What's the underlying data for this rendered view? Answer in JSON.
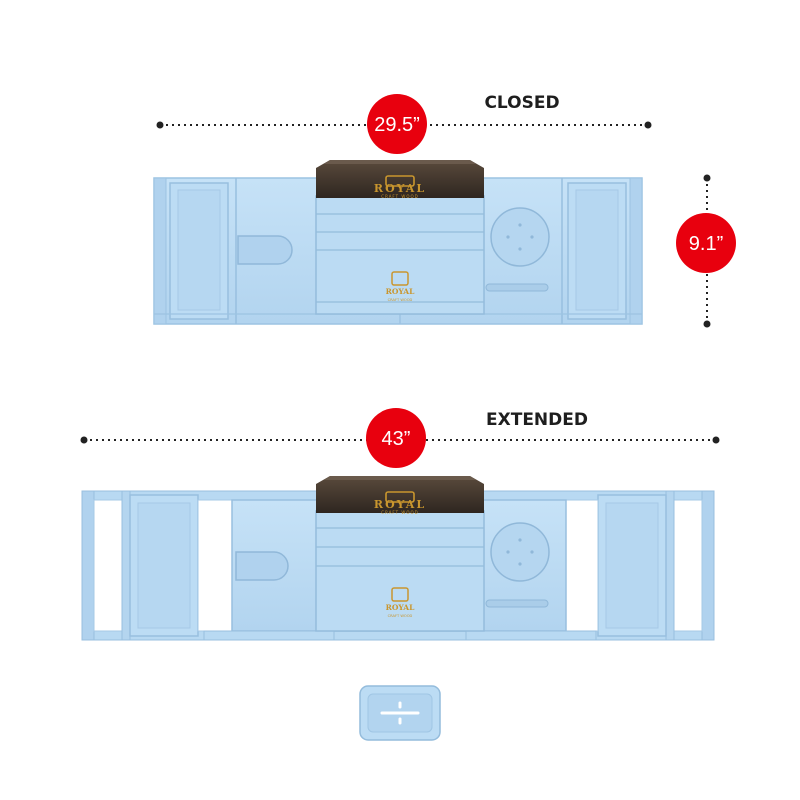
{
  "closed": {
    "label": "CLOSED",
    "width_badge": "29.5”",
    "height_badge": "9.1”"
  },
  "extended": {
    "label": "EXTENDED",
    "width_badge": "43”"
  },
  "brand": {
    "name": "ROYAL",
    "tagline": "CRAFT WOOD"
  },
  "colors": {
    "tray": "#bcdcf4",
    "tray_edge": "#8fb8d8",
    "badge": "#e8000e",
    "lid": "#3a3028",
    "brand_gold": "#c9962e",
    "dimension_line": "#222222"
  }
}
